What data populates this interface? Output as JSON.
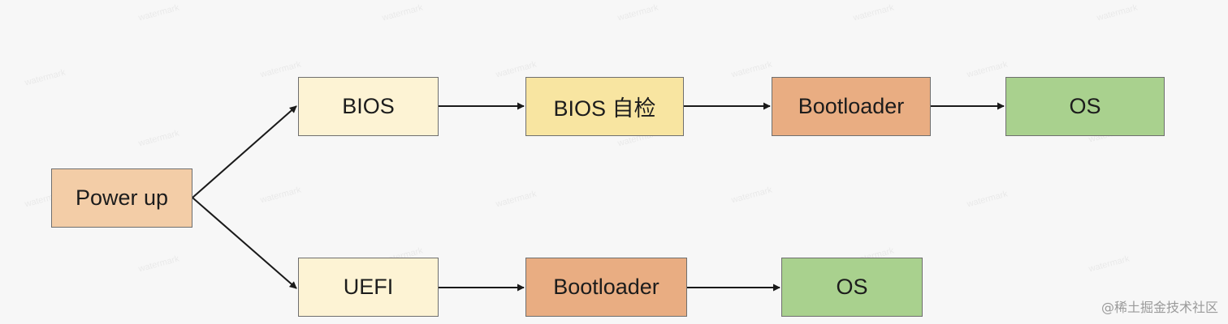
{
  "colors": {
    "power": "#f3cda7",
    "bios": "#fdf3d4",
    "bios_post": "#f8e5a1",
    "bootloader": "#e9ad82",
    "os": "#a9d18e",
    "uefi": "#fdf3d4",
    "arrow": "#1a1a1a"
  },
  "nodes": {
    "power_up": "Power up",
    "bios": "BIOS",
    "bios_post": "BIOS 自检",
    "bootloader_top": "Bootloader",
    "os_top": "OS",
    "uefi": "UEFI",
    "bootloader_bottom": "Bootloader",
    "os_bottom": "OS"
  },
  "footer": "@稀土掘金技术社区"
}
